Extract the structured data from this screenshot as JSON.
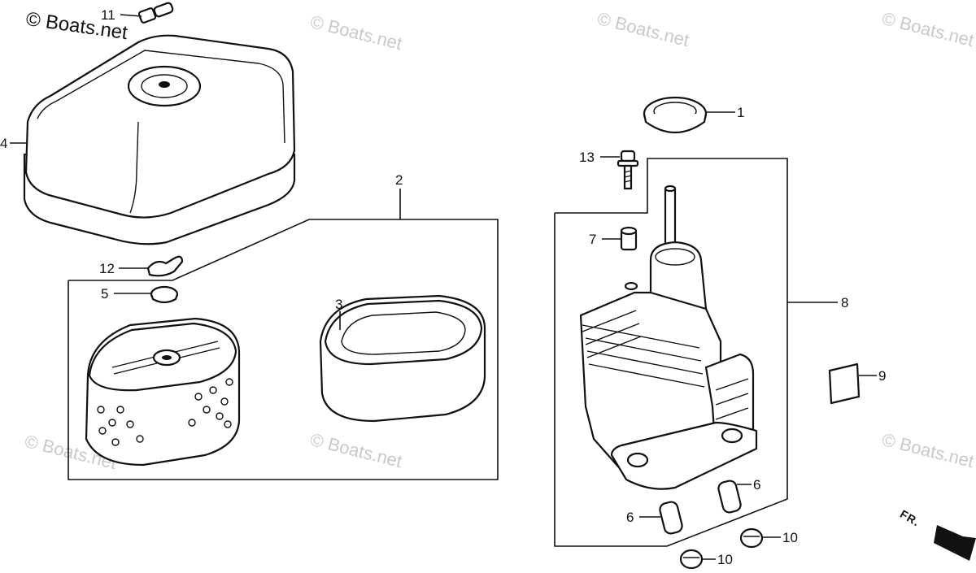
{
  "watermarks": {
    "main": "© Boats.net",
    "repeat": "© Boats.net"
  },
  "callouts": {
    "c1": "1",
    "c2": "2",
    "c3": "3",
    "c4": "4",
    "c5": "5",
    "c6a": "6",
    "c6b": "6",
    "c7": "7",
    "c8": "8",
    "c9": "9",
    "c10a": "10",
    "c10b": "10",
    "c11": "11",
    "c12": "12",
    "c13": "13"
  },
  "direction_marker": "FR."
}
